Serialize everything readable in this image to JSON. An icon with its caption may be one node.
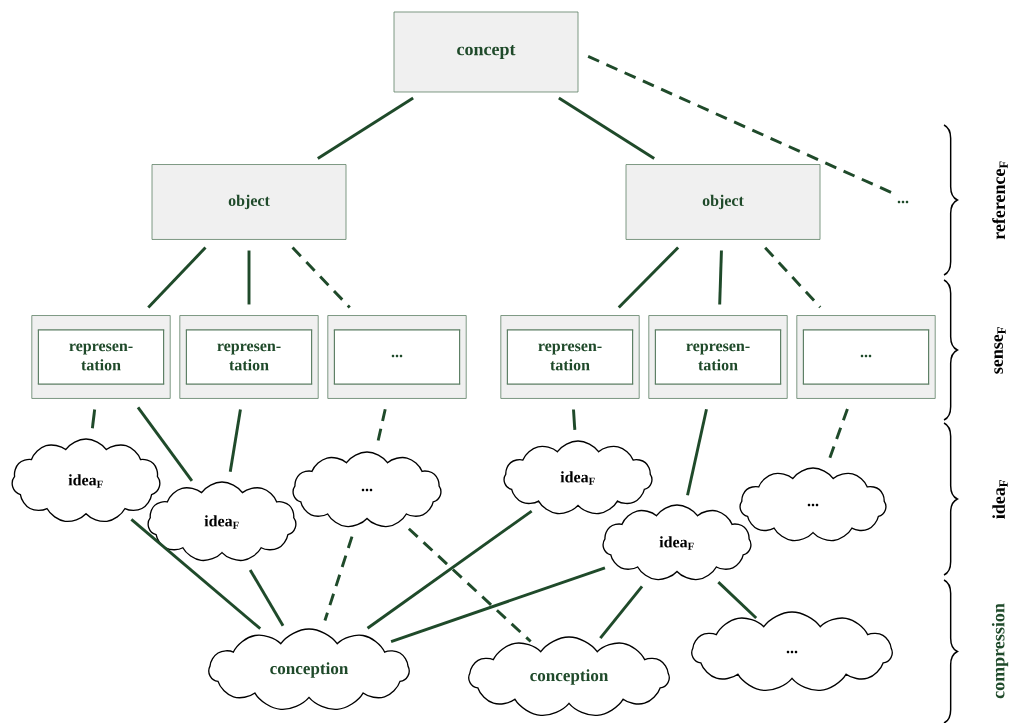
{
  "diagram": {
    "nodes": [
      {
        "text": [
          "concept"
        ]
      },
      {
        "text": [
          "object"
        ]
      },
      {
        "text": [
          "object"
        ]
      },
      {
        "text": [
          "..."
        ]
      },
      {
        "text": [
          "represen- tation"
        ]
      },
      {
        "text": [
          "represen- tation"
        ]
      },
      {
        "text": [
          "..."
        ]
      },
      {
        "text": [
          "represen- tation"
        ]
      },
      {
        "text": [
          "represen- tation"
        ]
      },
      {
        "text": [
          "..."
        ]
      },
      {
        "text": [
          "idea$_{F}$"
        ]
      },
      {
        "text": [
          "idea$_{F}$"
        ]
      },
      {
        "text": [
          "..."
        ]
      },
      {
        "text": [
          "idea$_{F}$"
        ]
      },
      {
        "text": [
          "idea$_{F}$"
        ]
      },
      {
        "text": [
          "..."
        ]
      },
      {
        "text": [
          "conception"
        ]
      },
      {
        "text": [
          "conception"
        ]
      },
      {
        "text": [
          "..."
        ]
      }
    ],
    "edges": [
      {
        "from": 0,
        "to": 1,
        "arrow": "none"
      },
      {
        "from": 0,
        "to": 2,
        "arrow": "none"
      },
      {
        "from": 0,
        "to": 3,
        "arrow": "none",
        "style": "dashed"
      },
      {
        "from": 1,
        "to": 4,
        "arrow": "none"
      },
      {
        "from": 1,
        "to": 5,
        "arrow": "none"
      },
      {
        "from": 1,
        "to": 6,
        "arrow": "none",
        "style": "dashed"
      },
      {
        "from": 2,
        "to": 7,
        "arrow": "none"
      },
      {
        "from": 2,
        "to": 8,
        "arrow": "none"
      },
      {
        "from": 2,
        "to": 9,
        "arrow": "none",
        "style": "dashed"
      },
      {
        "from": 4,
        "to": 10,
        "arrow": "none"
      },
      {
        "from": 4,
        "to": 11,
        "arrow": "none"
      },
      {
        "from": 5,
        "to": 11,
        "arrow": "none"
      },
      {
        "from": 6,
        "to": 12,
        "arrow": "none",
        "style": "dashed"
      },
      {
        "from": 7,
        "to": 13,
        "arrow": "none"
      },
      {
        "from": 8,
        "to": 14,
        "arrow": "none"
      },
      {
        "from": 9,
        "to": 15,
        "arrow": "none",
        "style": "dashed"
      },
      {
        "from": 10,
        "to": 16,
        "arrow": "none"
      },
      {
        "from": 11,
        "to": 16,
        "arrow": "none"
      },
      {
        "from": 12,
        "to": 16,
        "arrow": "none",
        "style": "dashed"
      },
      {
        "from": 13,
        "to": 16,
        "arrow": "none"
      },
      {
        "from": 14,
        "to": 16,
        "arrow": "none"
      },
      {
        "from": 12,
        "to": 17,
        "arrow": "none",
        "style": "dashed"
      },
      {
        "from": 14,
        "to": 17,
        "arrow": "none"
      },
      {
        "from": 14,
        "to": 18,
        "arrow": "none"
      }
    ],
    "labels": [
      "reference$_{F}$",
      "sense$_{F}$",
      "idea$_{F}$",
      "compression"
    ]
  }
}
